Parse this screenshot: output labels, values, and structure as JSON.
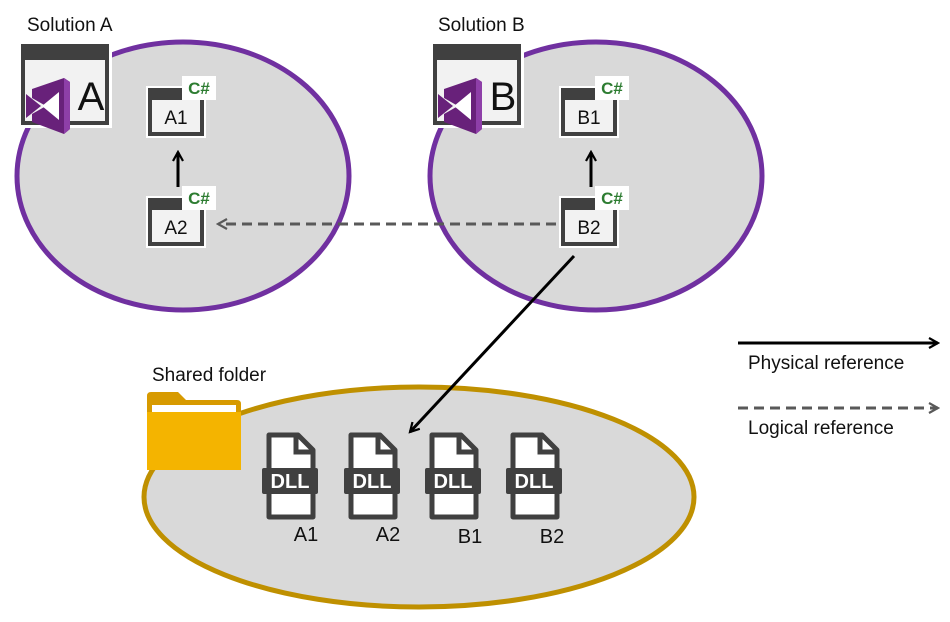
{
  "solution_a": {
    "title": "Solution A",
    "letter": "A"
  },
  "solution_b": {
    "title": "Solution B",
    "letter": "B"
  },
  "projects": {
    "a1": {
      "label": "A1",
      "badge": "C#"
    },
    "a2": {
      "label": "A2",
      "badge": "C#"
    },
    "b1": {
      "label": "B1",
      "badge": "C#"
    },
    "b2": {
      "label": "B2",
      "badge": "C#"
    }
  },
  "shared": {
    "title": "Shared folder",
    "dll_text": "DLL",
    "dlls": [
      "A1",
      "A2",
      "B1",
      "B2"
    ]
  },
  "legend": {
    "physical": "Physical reference",
    "logical": "Logical reference"
  },
  "colors": {
    "solution_border": "#7030a0",
    "shared_border": "#bf9000",
    "ellipse_fill": "#d9d9d9",
    "project_icon": "#404040",
    "csharp_badge": "#2e7d32",
    "folder": "#f4b400",
    "logical_arrow": "#595959"
  }
}
